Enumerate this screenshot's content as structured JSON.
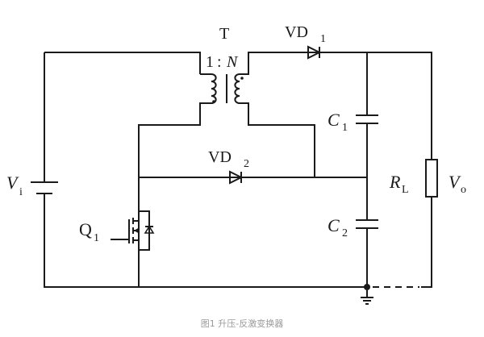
{
  "diagram": {
    "title": "Boost-flyback converter",
    "components": {
      "transformer": {
        "label": "T",
        "ratio_left": "1",
        "ratio_sep": ":",
        "ratio_right": "N"
      },
      "diode1": {
        "label": "VD",
        "sub": "1"
      },
      "diode2": {
        "label": "VD",
        "sub": "2"
      },
      "cap1": {
        "label": "C",
        "sub": "1"
      },
      "cap2": {
        "label": "C",
        "sub": "2"
      },
      "load": {
        "label": "R",
        "sub": "L"
      },
      "vout": {
        "label": "V",
        "sub": "o"
      },
      "vin": {
        "label": "V",
        "sub": "i"
      },
      "switch": {
        "label": "Q",
        "sub": "1"
      }
    }
  },
  "caption": "图1 升压-反激变换器"
}
